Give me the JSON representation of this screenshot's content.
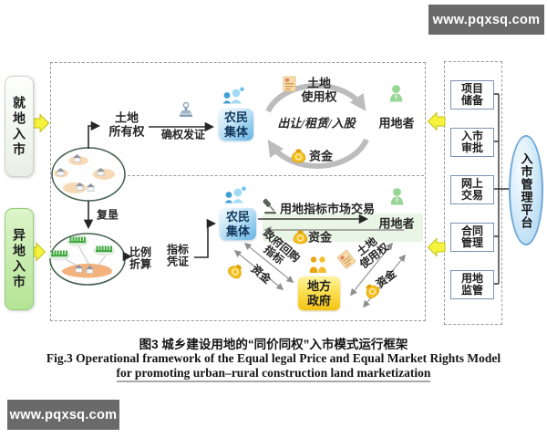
{
  "watermark": {
    "url_text": "www.pqxsq.com"
  },
  "entry_labels": {
    "local": "就地入市",
    "offsite": "异地入市"
  },
  "top_flow": {
    "land_ownership": "土地\n所有权",
    "certification": "确权发证",
    "farmers_collective": "农民\n集体",
    "land_use_right": "土地\n使用权",
    "transfer_modes": "出让/租赁/入股",
    "funds": "资金",
    "land_user": "用地者"
  },
  "bottom_flow": {
    "reclamation": "复垦",
    "ratio_conversion": "比例\n折算",
    "quota_voucher": "指标\n凭证",
    "farmers_collective": "农民\n集体",
    "quota_market_trade": "用地指标市场交易",
    "funds_return": "资金",
    "land_user": "用地者",
    "local_government": "地方\n政府",
    "gov_repurchase": "政府回购\n指标",
    "funds_left": "资金",
    "land_use_right": "土地\n使用权",
    "funds_right": "资金"
  },
  "platform": {
    "modules": [
      "项目\n储备",
      "入市\n审批",
      "网上\n交易",
      "合同\n管理",
      "用地\n监管"
    ],
    "name": "入市管理平台"
  },
  "caption": {
    "zh": "图3  城乡建设用地的“同价同权”入市模式运行框架",
    "en_line1": "Fig.3   Operational framework of the Equal legal Price and Equal Market Rights Model",
    "en_line2": "for promoting urban–rural construction land marketization"
  },
  "icons": {
    "stamp": "certification-stamp",
    "gavel": "auction-gavel",
    "money_bag": "money-bag",
    "certificate": "land-certificate",
    "people_blue": "farmers-collective-group",
    "person_green": "land-user-person",
    "people_orange": "government-officials",
    "village": "village-houses",
    "farmland": "reclaimed-farmland",
    "yellow_arrow": "flow-arrow"
  },
  "colors": {
    "accent_yellow": "#f6f33c",
    "collective_blue": "#64b2e4",
    "government_yellow": "#f3c312",
    "offsite_green": "#b4e495",
    "platform_blue": "#6fa8d8",
    "watermark_bg": "#6a6a6a"
  }
}
